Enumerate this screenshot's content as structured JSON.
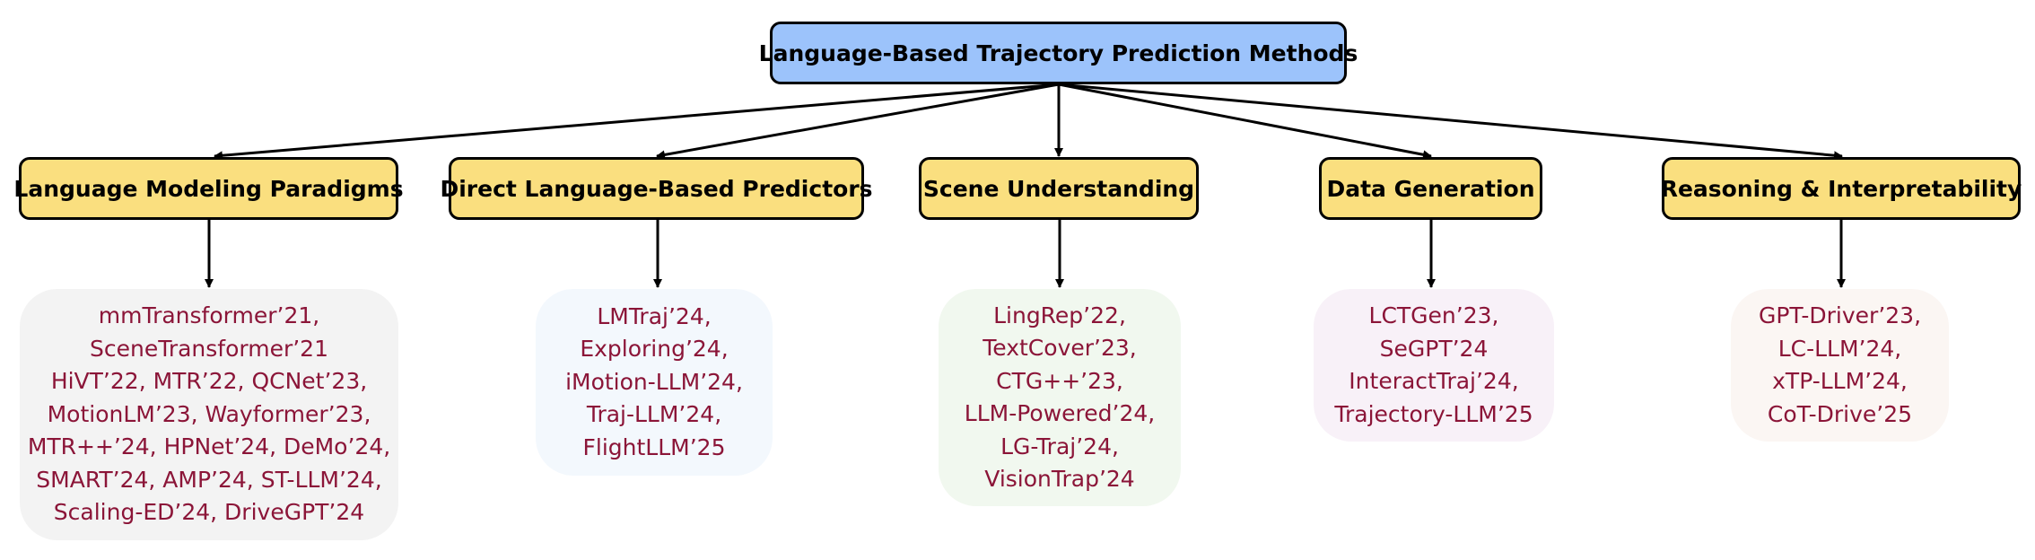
{
  "root": {
    "label": "Language-Based Trajectory Prediction Methods"
  },
  "categories": [
    {
      "label": "Language Modeling Paradigms",
      "lines": [
        "mmTransformer’21,",
        "SceneTransformer’21",
        "HiVT’22, MTR’22, QCNet’23,",
        "MotionLM’23, Wayformer’23,",
        "MTR++’24, HPNet’24, DeMo’24,",
        "SMART’24, AMP’24, ST-LLM’24,",
        "Scaling-ED’24, DriveGPT’24"
      ]
    },
    {
      "label": "Direct Language-Based Predictors",
      "lines": [
        "LMTraj’24,",
        "Exploring’24,",
        "iMotion-LLM’24,",
        "Traj-LLM’24,",
        "FlightLLM’25"
      ]
    },
    {
      "label": "Scene Understanding",
      "lines": [
        "LingRep’22,",
        "TextCover’23,",
        "CTG++’23,",
        "LLM-Powered’24,",
        "LG-Traj’24,",
        "VisionTrap’24"
      ]
    },
    {
      "label": "Data Generation",
      "lines": [
        "LCTGen’23,",
        "SeGPT’24",
        "InteractTraj’24,",
        "Trajectory-LLM’25"
      ]
    },
    {
      "label": "Reasoning & Interpretability",
      "lines": [
        "GPT-Driver’23,",
        "LC-LLM’24,",
        "xTP-LLM’24,",
        "CoT-Drive’25"
      ]
    }
  ],
  "colors": {
    "root_fill": "#9cc3fb",
    "category_fill": "#fadf7f",
    "leaf_text": "#8b1538",
    "leaf_fills": [
      "#f3f3f3",
      "#f3f8fd",
      "#f1f8ef",
      "#f8f1f8",
      "#fbf6f3"
    ]
  }
}
